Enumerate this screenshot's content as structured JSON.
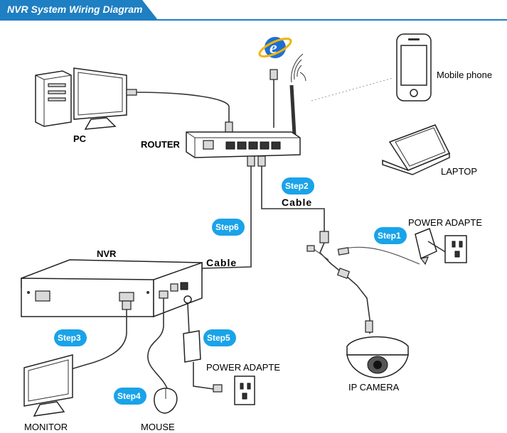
{
  "title": "NVR System Wiring Diagram",
  "colors": {
    "title_bar": "#1e7fc2",
    "step_badge": "#1aa3e8",
    "ie_logo": "#1f6fd1"
  },
  "labels": {
    "pc": "PC",
    "router": "ROUTER",
    "mobile_phone": "Mobile phone",
    "laptop": "LAPTOP",
    "power_adapter_right": "POWER ADAPTE",
    "nvr": "NVR",
    "ip_camera": "IP CAMERA",
    "power_adapter_bottom": "POWER ADAPTE",
    "monitor": "MONITOR",
    "mouse": "MOUSE",
    "cable_top": "Cable",
    "cable_nvr": "Cable"
  },
  "steps": {
    "step1": "Step1",
    "step2": "Step2",
    "step3": "Step3",
    "step4": "Step4",
    "step5": "Step5",
    "step6": "Step6"
  },
  "icons": {
    "internet": "internet-explorer-icon",
    "wifi": "wifi-signal-icon"
  }
}
